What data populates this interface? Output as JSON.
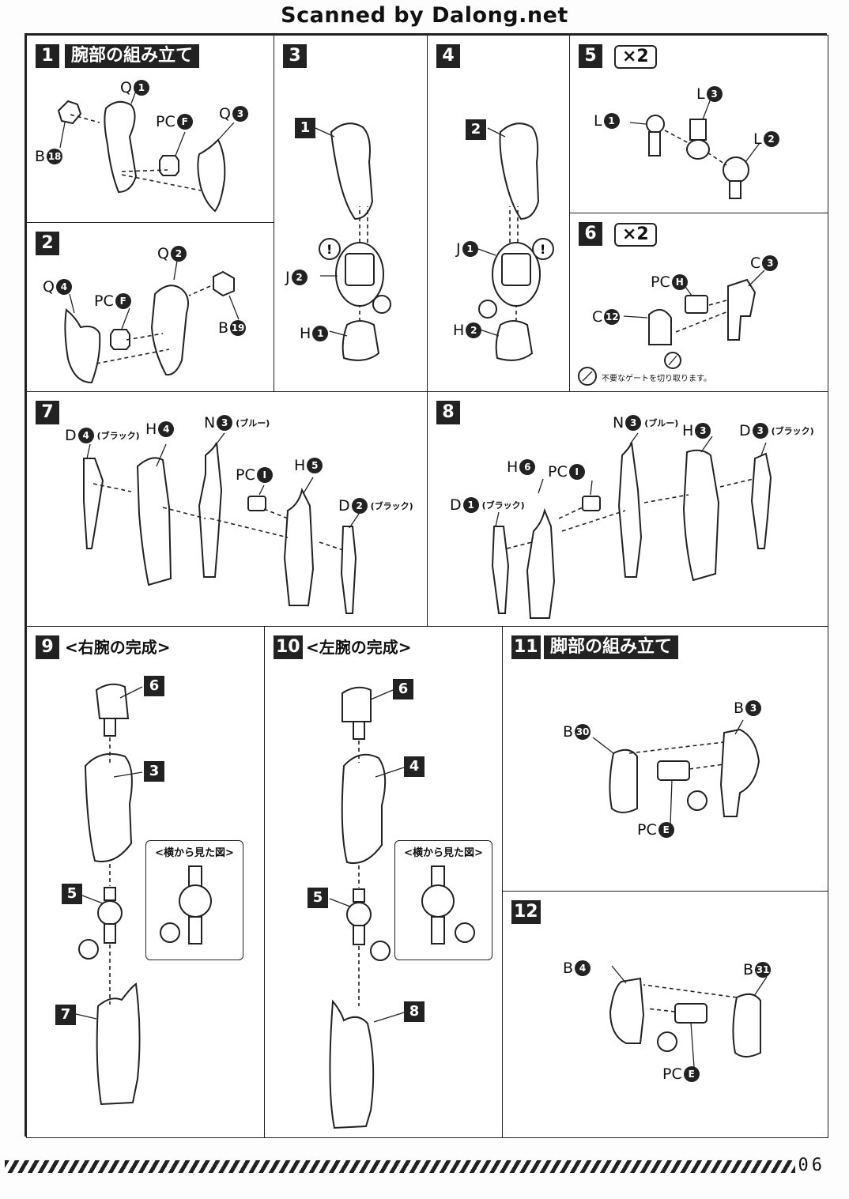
{
  "header": {
    "scan_credit": "Scanned by Dalong.net"
  },
  "steps": [
    {
      "num": "1",
      "title": "腕部の組み立て",
      "labels": [
        [
          "Q",
          "1"
        ],
        [
          "PC",
          "F"
        ],
        [
          "Q",
          "3"
        ],
        [
          "B",
          "18"
        ]
      ]
    },
    {
      "num": "2",
      "labels": [
        [
          "Q",
          "2"
        ],
        [
          "Q",
          "4"
        ],
        [
          "PC",
          "F"
        ],
        [
          "B",
          "19"
        ]
      ]
    },
    {
      "num": "3",
      "labels": [
        [
          "J",
          "2"
        ],
        [
          "H",
          "1"
        ]
      ],
      "refs": [
        "1"
      ]
    },
    {
      "num": "4",
      "labels": [
        [
          "J",
          "1"
        ],
        [
          "H",
          "2"
        ]
      ],
      "refs": [
        "2"
      ]
    },
    {
      "num": "5",
      "mult": "×2",
      "labels": [
        [
          "L",
          "3"
        ],
        [
          "L",
          "1"
        ],
        [
          "L",
          "2"
        ]
      ]
    },
    {
      "num": "6",
      "mult": "×2",
      "labels": [
        [
          "C",
          "3"
        ],
        [
          "PC",
          "H"
        ],
        [
          "C",
          "12"
        ]
      ],
      "note": "不要なゲートを切り取ります。"
    },
    {
      "num": "7",
      "labels": [
        [
          "D",
          "4",
          "(ブラック)"
        ],
        [
          "H",
          "4",
          ""
        ],
        [
          "N",
          "3",
          "(ブルー)"
        ],
        [
          "PC",
          "I",
          ""
        ],
        [
          "H",
          "5",
          ""
        ],
        [
          "D",
          "2",
          "(ブラック)"
        ]
      ]
    },
    {
      "num": "8",
      "labels": [
        [
          "N",
          "3",
          "(ブルー)"
        ],
        [
          "H",
          "3",
          ""
        ],
        [
          "D",
          "3",
          "(ブラック)"
        ],
        [
          "H",
          "6",
          ""
        ],
        [
          "PC",
          "I",
          ""
        ],
        [
          "D",
          "1",
          "(ブラック)"
        ]
      ]
    },
    {
      "num": "9",
      "title": "<右腕の完成>",
      "refs": [
        "6",
        "3",
        "5",
        "7"
      ],
      "side": "<横から見た図>"
    },
    {
      "num": "10",
      "title": "<左腕の完成>",
      "refs": [
        "6",
        "4",
        "5",
        "8"
      ],
      "side": "<横から見た図>"
    },
    {
      "num": "11",
      "title": "脚部の組み立て",
      "labels": [
        [
          "B",
          "3"
        ],
        [
          "B",
          "30"
        ],
        [
          "PC",
          "E"
        ]
      ]
    },
    {
      "num": "12",
      "labels": [
        [
          "B",
          "4"
        ],
        [
          "B",
          "31"
        ],
        [
          "PC",
          "E"
        ]
      ]
    }
  ],
  "footer": {
    "page": "06"
  }
}
